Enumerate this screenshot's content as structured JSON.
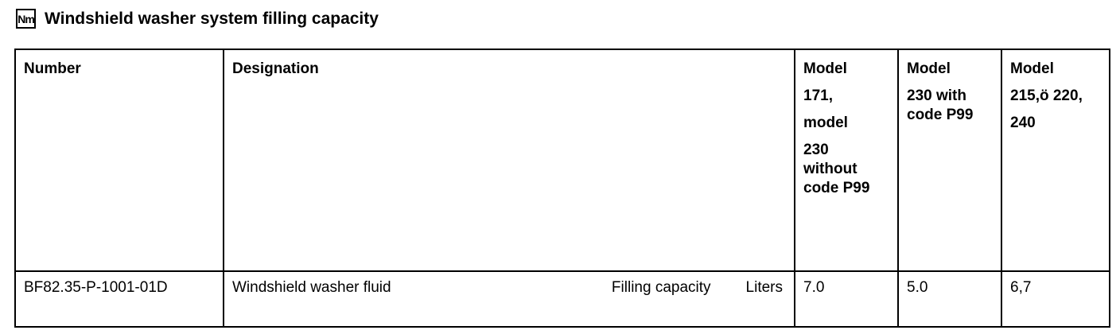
{
  "title": {
    "badge": "Nm",
    "text": "Windshield washer system filling capacity"
  },
  "table": {
    "headers": {
      "number": "Number",
      "designation": "Designation",
      "model_a": [
        "Model",
        "171,",
        "model",
        "230 without code P99"
      ],
      "model_b": [
        "Model",
        "230 with code P99"
      ],
      "model_c": [
        "Model",
        "215,ö 220,",
        "240"
      ]
    },
    "row": {
      "number": "BF82.35-P-1001-01D",
      "designation": "Windshield washer fluid",
      "property": "Filling capacity",
      "unit": "Liters",
      "value_a": "7.0",
      "value_b": "5.0",
      "value_c": "6,7"
    }
  }
}
